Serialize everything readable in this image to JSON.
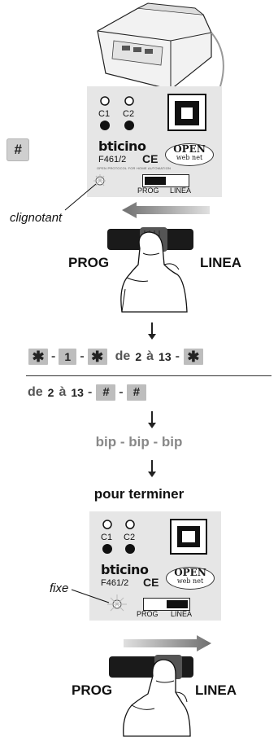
{
  "side_key": {
    "label": "#"
  },
  "top_panel": {
    "c1_label": "C1",
    "c2_label": "C2",
    "brand": "bticino",
    "model": "F461/2",
    "ce_mark": "CE",
    "open_top": "OPEN",
    "open_bottom": "web net",
    "open_tagline": "OPEN PROTOCOL FOR HOME AUTOMATION",
    "prog_label": "PROG",
    "linea_label": "LINEA"
  },
  "led_state_1": "clignotant",
  "hand_1": {
    "left_label": "PROG",
    "right_label": "LINEA"
  },
  "sequence_1": {
    "key_star": "✱",
    "dash": "-",
    "key_1": "1",
    "key_star2": "✱",
    "de_word": "de",
    "from": "2",
    "a_word": "à",
    "to": "13",
    "key_star3": "✱"
  },
  "sequence_2": {
    "de_word": "de",
    "from": "2",
    "a_word": "à",
    "to": "13",
    "dash": "-",
    "key_hash1": "#",
    "key_hash2": "#"
  },
  "beep_text": "bip - bip - bip",
  "finish_text": "pour terminer",
  "bottom_panel": {
    "c1_label": "C1",
    "c2_label": "C2",
    "brand": "bticino",
    "model": "F461/2",
    "ce_mark": "CE",
    "open_top": "OPEN",
    "open_bottom": "web net",
    "prog_label": "PROG",
    "linea_label": "LINEA"
  },
  "led_state_2": "fixe",
  "hand_2": {
    "left_label": "PROG",
    "right_label": "LINEA"
  }
}
